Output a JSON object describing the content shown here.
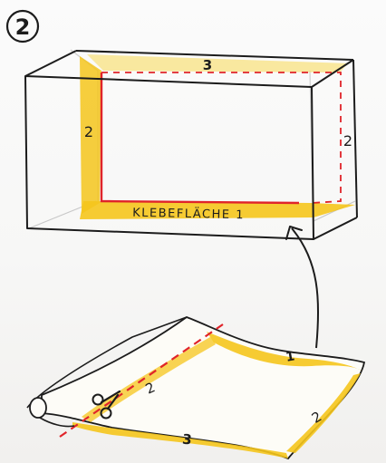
{
  "step_number": "2",
  "box": {
    "label_glue_area": "KLEBEFLÄCHE 1",
    "label_top_edge": "3",
    "label_left_edge": "2",
    "label_right_edge": "2"
  },
  "sheet": {
    "label_top_edge": "1",
    "label_left_cut_edge": "2",
    "label_right_edge": "2",
    "label_bottom_edge": "3"
  },
  "icons": {
    "cut_tool": "scissors-icon",
    "direction": "curved-arrow-icon"
  },
  "colors": {
    "glue_yellow": "#f5c51c",
    "glue_yellow_light": "#f9dc63",
    "cut_red": "#e0242a",
    "ink": "#1c1c1c",
    "box_shadow": "#d9d9d9"
  }
}
